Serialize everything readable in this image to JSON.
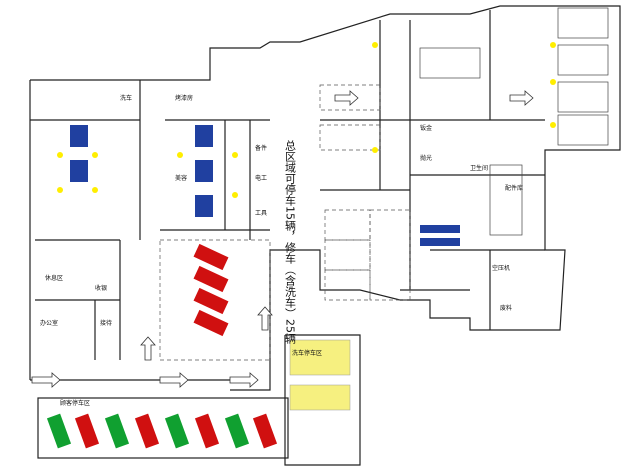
{
  "labels": {
    "boss_office": "办公室",
    "reception": "接待",
    "lounge": "休息区",
    "cashier": "收银",
    "wash": "洗车",
    "paint_room": "烤漆房",
    "spare_parts": "备件",
    "tool": "工具",
    "electric": "电工",
    "beauty": "美容",
    "sheet_metal": "钣金",
    "polish": "抛光",
    "parts_storage": "配件库",
    "waste": "废料",
    "air_compressor": "空压机",
    "toilet": "卫生间",
    "wash_parking": "洗车停车区",
    "customer_parking": "顾客停车区",
    "big_heading": "总区域可停车15辆，修车（含洗车）25辆"
  },
  "colors": {
    "yellow_marker": "#ffee00",
    "car_red": "#d01010",
    "car_green": "#10a030",
    "lift_blue": "#2040a0",
    "grid_yellow": "#f6f080"
  }
}
